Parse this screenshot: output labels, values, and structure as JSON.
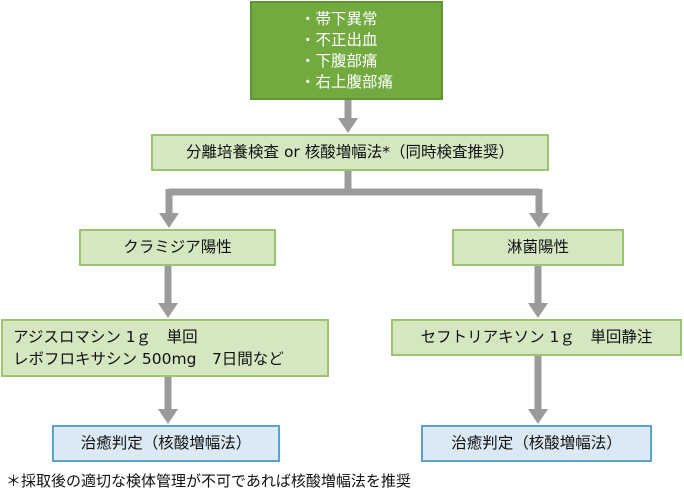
{
  "symptoms": {
    "items": [
      "・帯下異常",
      "・不正出血",
      "・下腹部痛",
      "・右上腹部痛"
    ]
  },
  "test": {
    "label": "分離培養検査 or 核酸増幅法*（同時検査推奨）"
  },
  "chlamydia": {
    "label": "クラミジア陽性",
    "treatment_line1": "アジスロマシン 1ｇ　単回",
    "treatment_line2": "レボフロキサシン 500mg　7日間など",
    "cure": "治癒判定（核酸増幅法）"
  },
  "gonorrhea": {
    "label": "淋菌陽性",
    "treatment": "セフトリアキソン 1ｇ　単回静注",
    "cure": "治癒判定（核酸増幅法）"
  },
  "footnote": "＊採取後の適切な検体管理が不可であれば核酸増幅法を推奨",
  "colors": {
    "arrow": "#9b9b9b",
    "header_fill": "#72aa3f",
    "step_fill": "#d5e7c1",
    "step_border": "#9cc46e",
    "result_fill": "#dbe9f5",
    "result_border": "#5aa3d1"
  }
}
